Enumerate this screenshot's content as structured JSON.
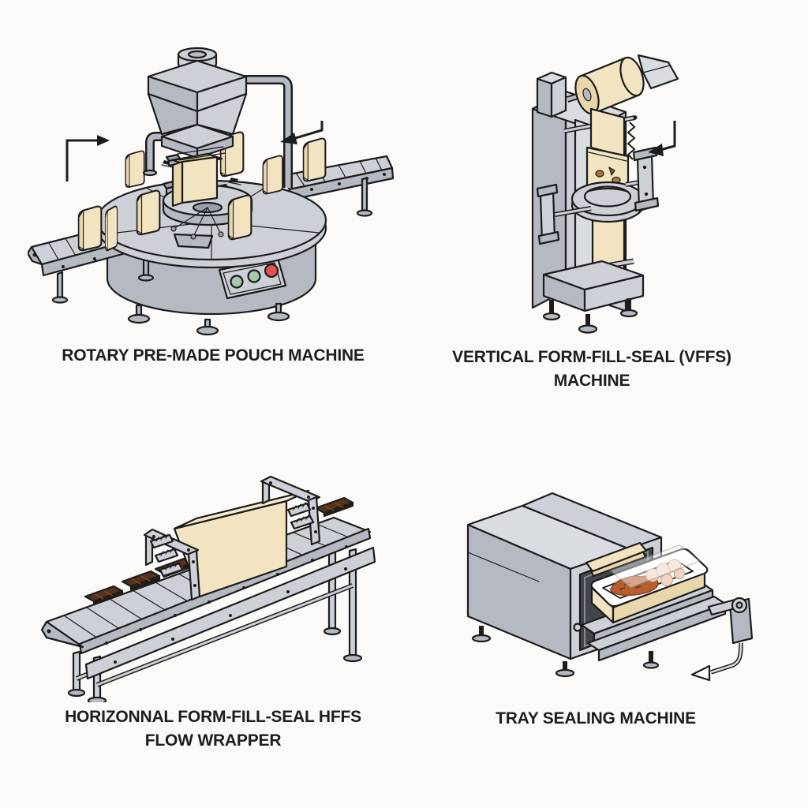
{
  "page": {
    "background": "#fbfaf8",
    "caption_color": "#1d1d1d"
  },
  "palette": {
    "page_bg": "#fbfaf8",
    "caption_color": "#1d1d1d",
    "outline": "#1c1c1c",
    "metal_light": "#cdd1d7",
    "metal_mid": "#b5bac2",
    "metal_dark": "#99a0aa",
    "panel_light": "#d9dce1",
    "film": "#f3e4c1",
    "film_shade": "#e9d6ab",
    "film_top": "#f7ead0",
    "chamber_dark": "#42454b",
    "chocolate": "#55321b",
    "chocolate_dark": "#2f1d10",
    "chocolate_light": "#7c4c28",
    "button_red": "#e2544b",
    "button_green": "#a4c8ab",
    "food_orange": "#b65e2e",
    "food_pink": "#f2d5c5"
  },
  "figures": [
    {
      "id": "rotary",
      "caption": "ROTARY PRE-MADE POUCH MACHINE",
      "icons": [
        "infeed-direction-arrow",
        "outfeed-direction-arrow"
      ]
    },
    {
      "id": "vffs",
      "caption": "VERTICAL FORM-FILL-SEAL (VFFS)\nMACHINE",
      "icons": [
        "film-feed-direction-arrow"
      ]
    },
    {
      "id": "hffs",
      "caption": "HORIZONNAL FORM-FILL-SEAL HFFS\nFLOW WRAPPER",
      "icons": []
    },
    {
      "id": "tray",
      "caption": "TRAY SEALING MACHINE",
      "icons": [
        "handle-direction-arrow"
      ]
    }
  ]
}
